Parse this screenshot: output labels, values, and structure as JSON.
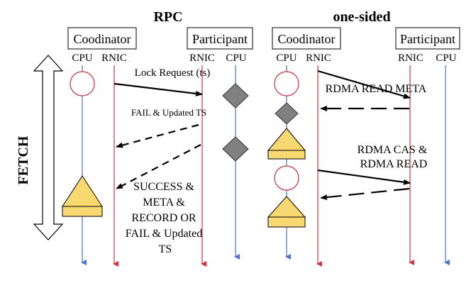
{
  "titles": {
    "left": "RPC",
    "right": "one-sided"
  },
  "phase_label": "FETCH",
  "rpc": {
    "coordinator_box": "Coodinator",
    "participant_box": "Participant",
    "coord_cpu": "CPU",
    "coord_rnic": "RNIC",
    "part_rnic": "RNIC",
    "part_cpu": "CPU",
    "msg_lock_request": "Lock Request (ts)",
    "msg_fail": "FAIL & Updated TS",
    "msg_success_lines": [
      "SUCCESS &",
      "META &",
      "RECORD OR",
      "FAIL & Updated",
      "TS"
    ]
  },
  "one_sided": {
    "coordinator_box": "Coodinator",
    "participant_box": "Participant",
    "coord_cpu": "CPU",
    "coord_rnic": "RNIC",
    "part_rnic": "RNIC",
    "part_cpu": "CPU",
    "msg_read_meta": "RDMA READ META",
    "msg_cas_lines": [
      "RDMA CAS &",
      "RDMA READ"
    ]
  },
  "colors": {
    "cpu_line": "#4a72d8",
    "rnic_line": "#d8303f",
    "lock_circle": "#c8303c",
    "diamond_fill": "#808080",
    "triangle_fill": "#f8d870",
    "arrow": "#000000"
  }
}
